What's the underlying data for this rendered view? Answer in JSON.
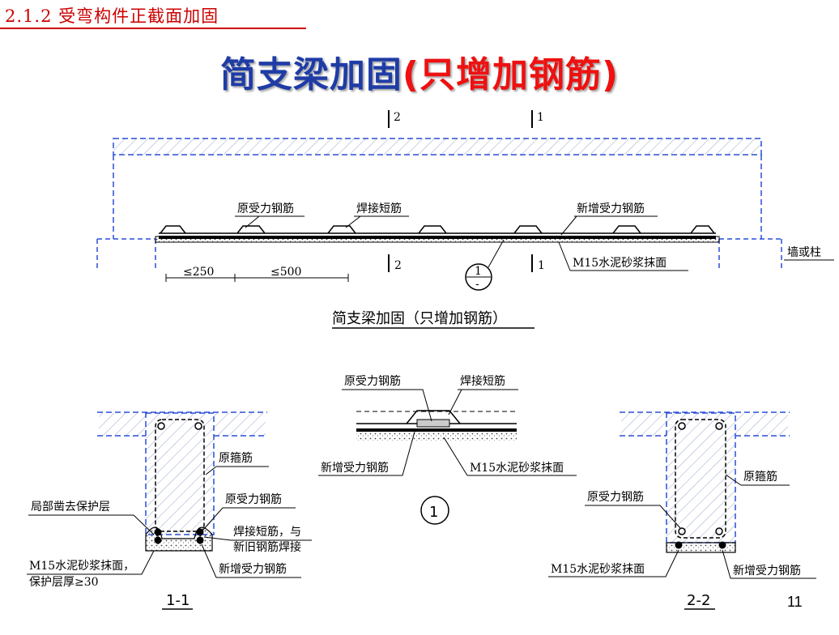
{
  "header": {
    "section": "2.1.2 受弯构件正截面加固"
  },
  "title": {
    "main": "简支梁加固",
    "paren_open": "(",
    "highlight": "只增加钢筋",
    "paren_close": ")"
  },
  "elevation": {
    "section_mark_2": "2",
    "section_mark_1": "1",
    "label_orig_rebar": "原受力钢筋",
    "label_weld_short": "焊接短筋",
    "label_new_rebar": "新增受力钢筋",
    "label_mortar": "M15水泥砂浆抹面",
    "label_wall": "墙或柱",
    "dim_250": "≤250",
    "dim_500": "≤500",
    "detail_num": "1",
    "detail_den": "-",
    "caption": "简支梁加固（只增加钢筋）"
  },
  "section_1_1": {
    "label_stirrup": "原箍筋",
    "label_orig_rebar": "原受力钢筋",
    "label_remove_cover": "局部凿去保护层",
    "label_weld_line1": "焊接短筋，与",
    "label_weld_line2": "新旧钢筋焊接",
    "label_mortar_line1": "M15水泥砂浆抹面，",
    "label_mortar_line2": "保护层厚≥30",
    "label_new_rebar": "新增受力钢筋",
    "caption": "1-1"
  },
  "detail_1": {
    "label_orig_rebar": "原受力钢筋",
    "label_weld_short": "焊接短筋",
    "label_new_rebar": "新增受力钢筋",
    "label_mortar": "M15水泥砂浆抹面",
    "caption": "1"
  },
  "section_2_2": {
    "label_stirrup": "原箍筋",
    "label_orig_rebar": "原受力钢筋",
    "label_mortar": "M15水泥砂浆抹面",
    "label_new_rebar": "新增受力钢筋",
    "caption": "2-2"
  },
  "page_number": "11",
  "colors": {
    "accent_red": "#cc0000",
    "title_blue": "#1f3ca6",
    "title_red": "#ee1111",
    "concrete_blue": "#2a4fd6"
  }
}
